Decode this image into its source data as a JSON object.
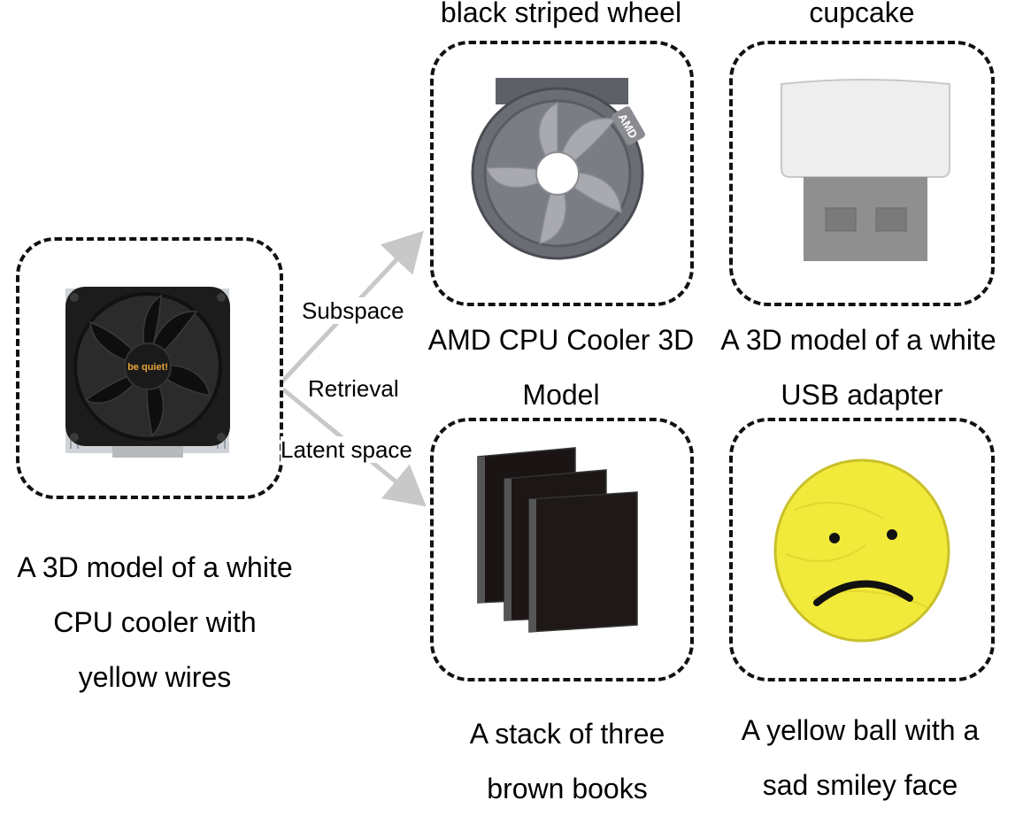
{
  "query": {
    "caption": [
      "A 3D model of a white",
      "CPU cooler with",
      "yellow wires"
    ],
    "logo_text": "be quiet!"
  },
  "method_labels": {
    "line1": "Subspace",
    "line2": "Retrieval",
    "line3": "Latent space"
  },
  "results": {
    "top_left": {
      "label_above": "black striped wheel",
      "label_below": "AMD CPU Cooler 3D",
      "badge_text": "AMD"
    },
    "top_right": {
      "label_above": "cupcake",
      "label_below": "A 3D model of a white"
    },
    "bottom_left": {
      "label_above": "Model",
      "caption": [
        "A stack of three",
        "brown books"
      ]
    },
    "bottom_right": {
      "label_above": "USB adapter",
      "caption": [
        "A yellow ball with a",
        "sad smiley face"
      ]
    }
  },
  "colors": {
    "arrow": "#c8c8c8",
    "dashed_border": "#111111"
  }
}
